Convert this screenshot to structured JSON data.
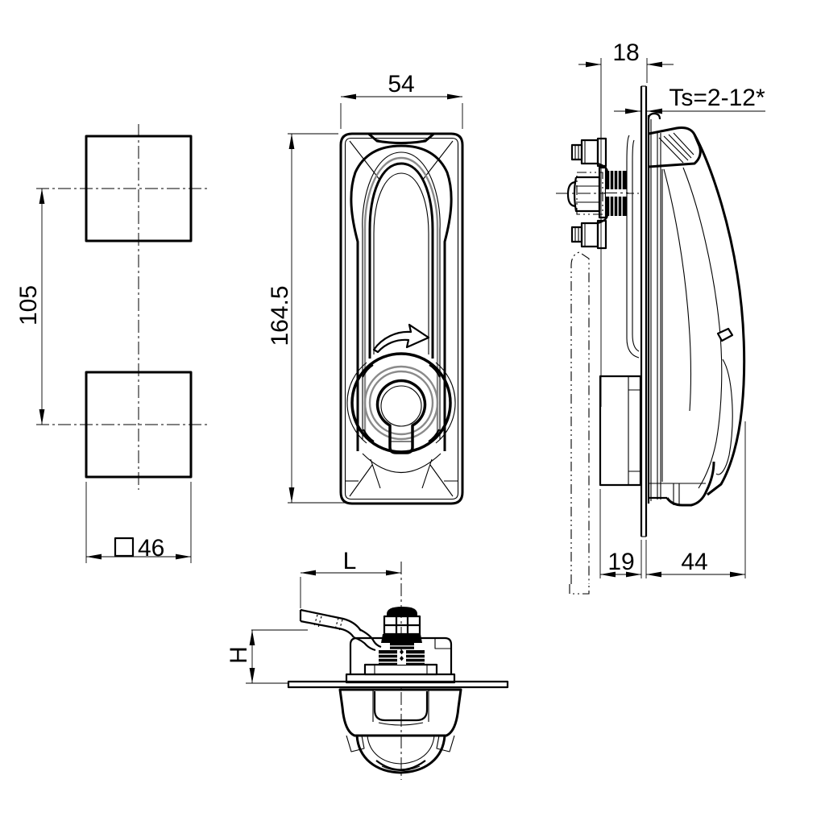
{
  "drawing": {
    "background": "#ffffff",
    "line_color": "#000000",
    "accent_gray": "#8a8a8a",
    "dimensions": {
      "cutout_pitch": "105",
      "cutout_square_size": "46",
      "front_width": "54",
      "front_height": "164.5",
      "bracket_inset": "18",
      "panel_thickness": "Ts=2-12*",
      "depth_behind_panel": "19",
      "depth_in_front": "44",
      "lever_length": "L",
      "lever_height": "H"
    }
  }
}
